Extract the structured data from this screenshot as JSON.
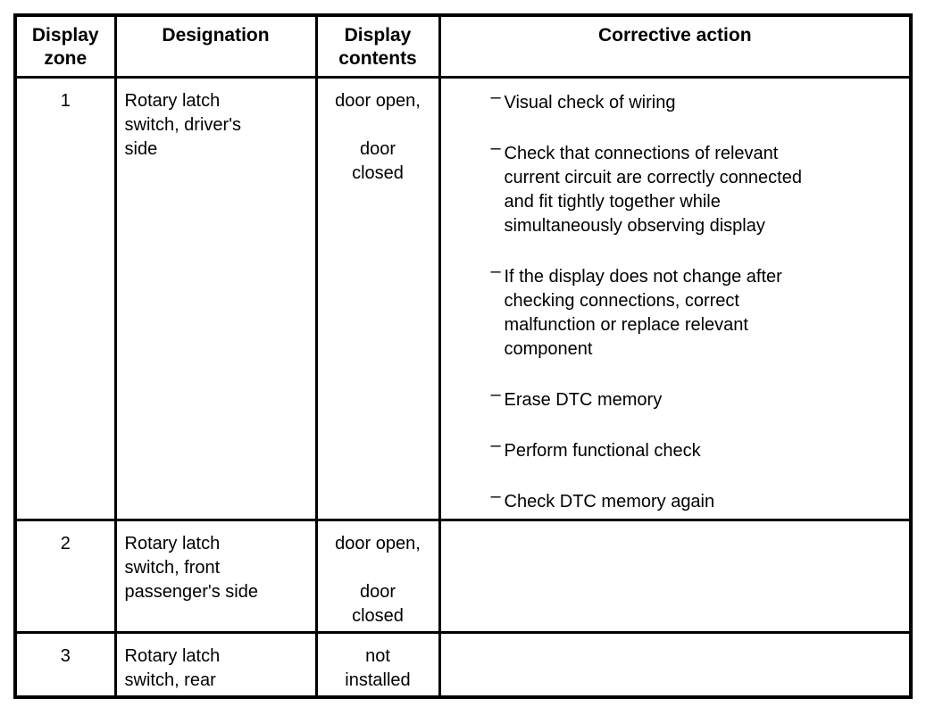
{
  "document": {
    "type": "service-manual-table",
    "colors": {
      "border": "#000000",
      "text": "#000000",
      "background": "#ffffff"
    },
    "bullet_glyph": "–",
    "table": {
      "headers": {
        "zone": "Display zone",
        "designation": "Designation",
        "contents": "Display contents",
        "action": "Corrective action"
      },
      "rows": [
        {
          "zone": "1",
          "designation": "Rotary latch\nswitch, driver's\nside",
          "contents": "door open,\n\ndoor\nclosed",
          "actions": [
            "Visual check of wiring",
            "Check that connections of relevant\ncurrent circuit are correctly connected\nand fit tightly together while\nsimultaneously observing display",
            "If the display does not change after\nchecking connections, correct\nmalfunction or replace relevant\ncomponent",
            "Erase DTC memory",
            "Perform functional check",
            "Check DTC memory again"
          ]
        },
        {
          "zone": "2",
          "designation": "Rotary latch\nswitch, front\npassenger's side",
          "contents": "door open,\n\ndoor\nclosed",
          "actions": []
        },
        {
          "zone": "3",
          "designation": "Rotary latch\nswitch, rear",
          "contents": "not\ninstalled",
          "actions": []
        }
      ]
    }
  }
}
